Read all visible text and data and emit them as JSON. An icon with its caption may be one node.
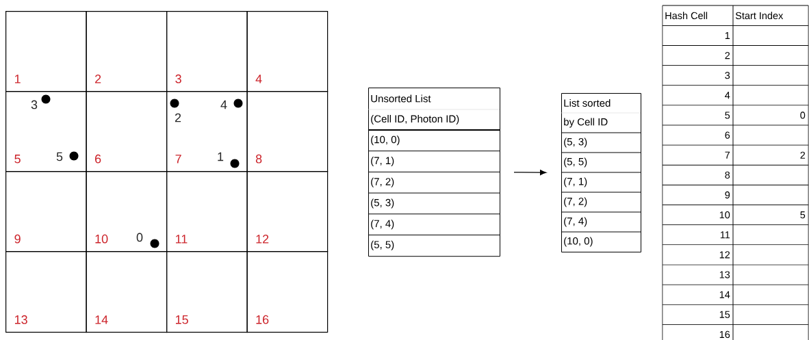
{
  "diagram": {
    "nodes": [
      {
        "text": [
          "1"
        ]
      },
      {
        "text": [
          "2"
        ]
      },
      {
        "text": [
          "3"
        ]
      },
      {
        "text": [
          "4"
        ]
      },
      {
        "text": [
          "5"
        ]
      },
      {
        "text": [
          "6"
        ]
      },
      {
        "text": [
          "7"
        ]
      },
      {
        "text": [
          "8"
        ]
      },
      {
        "text": [
          "9"
        ]
      },
      {
        "text": [
          "10"
        ]
      },
      {
        "text": [
          "11"
        ]
      },
      {
        "text": [
          "12"
        ]
      },
      {
        "text": [
          "13"
        ]
      },
      {
        "text": [
          "14"
        ]
      },
      {
        "text": [
          "15"
        ]
      },
      {
        "text": [
          "16"
        ]
      },
      {
        "text": [
          "Unsorted List",
          "(Cell ID, Photon ID)",
          "(10, 0)",
          "(7, 1)",
          "(7, 2)",
          "(5, 3)",
          "(7, 4)",
          "(5, 5)"
        ]
      },
      {
        "text": [
          "List sorted",
          "by Cell ID",
          "(5, 3)",
          "(5, 5)",
          "(7, 1)",
          "(7, 2)",
          "(7, 4)",
          "(10, 0)"
        ]
      }
    ],
    "edges": [
      {
        "from": 16,
        "to": 17,
        "arrow": "to"
      }
    ],
    "labels": [
      "3",
      "4",
      "2",
      "5",
      "1",
      "0",
      "Hash Cell",
      "Start Index",
      "1",
      "2",
      "3",
      "4",
      "5",
      "0",
      "6",
      "7",
      "2",
      "8",
      "9",
      "10",
      "5",
      "11",
      "12",
      "13",
      "14",
      "15",
      "16"
    ]
  }
}
